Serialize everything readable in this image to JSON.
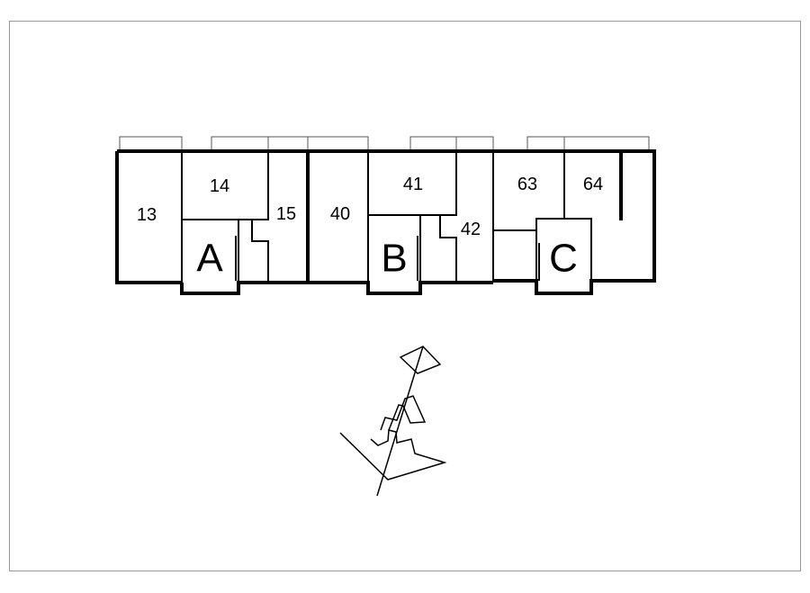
{
  "units": {
    "u13": "13",
    "u14": "14",
    "u15": "15",
    "u40": "40",
    "u41": "41",
    "u42": "42",
    "u63": "63",
    "u64": "64"
  },
  "stairs": {
    "a": "A",
    "b": "B",
    "c": "C"
  },
  "colors": {
    "line": "#000000",
    "frame": "#999999",
    "background": "#ffffff"
  },
  "icons": {
    "north": "north-arrow-icon"
  }
}
